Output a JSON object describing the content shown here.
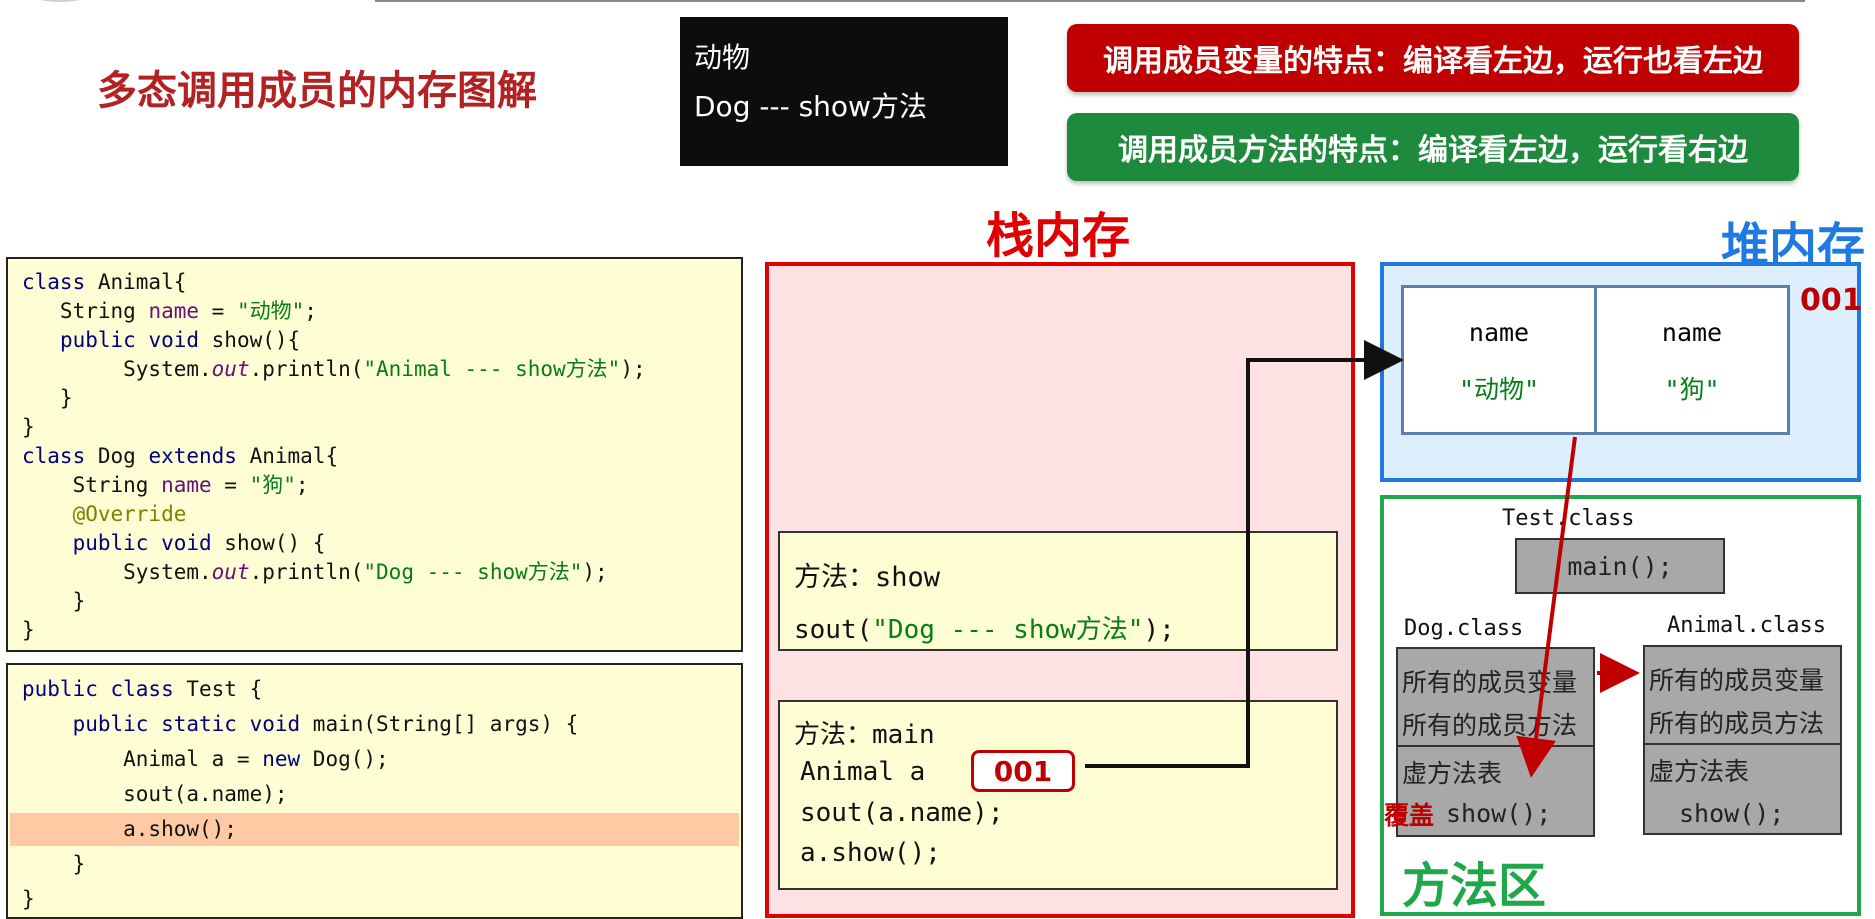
{
  "slide": {
    "title": "多态调用成员的内存图解"
  },
  "console": {
    "lines": [
      "动物",
      "Dog --- show方法"
    ]
  },
  "rules": {
    "fields": "调用成员变量的特点：编译看左边，运行也看左边",
    "methods": "调用成员方法的特点：编译看左边，运行看右边"
  },
  "code_classes": {
    "lines": [
      [
        {
          "t": "class",
          "c": "kw"
        },
        {
          "t": " Animal{"
        }
      ],
      [
        {
          "t": "   String "
        },
        {
          "t": "name",
          "c": "var"
        },
        {
          "t": " = "
        },
        {
          "t": "\"动物\"",
          "c": "str"
        },
        {
          "t": ";"
        }
      ],
      [
        {
          "t": "   "
        },
        {
          "t": "public void",
          "c": "kw"
        },
        {
          "t": " show(){"
        }
      ],
      [
        {
          "t": "        System."
        },
        {
          "t": "out",
          "c": "field"
        },
        {
          "t": ".println("
        },
        {
          "t": "\"Animal --- show方法\"",
          "c": "str"
        },
        {
          "t": ");"
        }
      ],
      [
        {
          "t": "   }"
        }
      ],
      [
        {
          "t": "}"
        }
      ],
      [
        {
          "t": "class",
          "c": "kw"
        },
        {
          "t": " Dog "
        },
        {
          "t": "extends",
          "c": "kw"
        },
        {
          "t": " Animal{"
        }
      ],
      [
        {
          "t": "    String "
        },
        {
          "t": "name",
          "c": "var"
        },
        {
          "t": " = "
        },
        {
          "t": "\"狗\"",
          "c": "str"
        },
        {
          "t": ";"
        }
      ],
      [
        {
          "t": "    "
        },
        {
          "t": "@Override",
          "c": "anno"
        }
      ],
      [
        {
          "t": "    "
        },
        {
          "t": "public void",
          "c": "kw"
        },
        {
          "t": " show() {"
        }
      ],
      [
        {
          "t": "        System."
        },
        {
          "t": "out",
          "c": "field"
        },
        {
          "t": ".println("
        },
        {
          "t": "\"Dog --- show方法\"",
          "c": "str"
        },
        {
          "t": ");"
        }
      ],
      [
        {
          "t": "    }"
        }
      ],
      [
        {
          "t": "}"
        }
      ]
    ]
  },
  "code_test": {
    "lines": [
      [
        {
          "t": "public class",
          "c": "kw"
        },
        {
          "t": " Test {"
        }
      ],
      [
        {
          "t": "    "
        },
        {
          "t": "public static void",
          "c": "kw"
        },
        {
          "t": " main(String[] args) {"
        }
      ],
      [
        {
          "t": "        Animal a = "
        },
        {
          "t": "new",
          "c": "kw"
        },
        {
          "t": " Dog();"
        }
      ],
      [
        {
          "t": "        sout(a.name);"
        }
      ],
      [
        {
          "t": "        a.show();"
        }
      ],
      [
        {
          "t": "    }"
        }
      ],
      [
        {
          "t": "}"
        }
      ]
    ],
    "highlighted_line": 4
  },
  "stack": {
    "label": "栈内存",
    "show_frame": {
      "title": "方法：show",
      "code_prefix": "sout(",
      "code_string": "\"Dog --- show方法\"",
      "code_suffix": ");"
    },
    "main_frame": {
      "title": "方法：main",
      "var_line": "Animal a",
      "address": "001",
      "line2": "sout(a.name);",
      "line3": "a.show();"
    }
  },
  "heap": {
    "label": "堆内存",
    "address": "001",
    "cells": [
      {
        "field": "name",
        "value": "\"动物\""
      },
      {
        "field": "name",
        "value": "\"狗\""
      }
    ]
  },
  "method_area": {
    "label": "方法区",
    "test_class": {
      "name": "Test.class",
      "method": "main();"
    },
    "dog_class": {
      "name": "Dog.class",
      "members": [
        "所有的成员变量",
        "所有的成员方法"
      ],
      "vtable": "虚方法表",
      "override_tag": "覆盖",
      "method": "show();"
    },
    "animal_class": {
      "name": "Animal.class",
      "members": [
        "所有的成员变量",
        "所有的成员方法"
      ],
      "vtable": "虚方法表",
      "method": "show();"
    }
  },
  "colors": {
    "title": "#b22222",
    "stack": "#e00000",
    "heap": "#1e7ae0",
    "method_area": "#1ea84a",
    "rule_red": "#c00000",
    "rule_green": "#1e8a3e",
    "code_bg": "#fefdd3",
    "highlight": "#ffc9a3"
  }
}
